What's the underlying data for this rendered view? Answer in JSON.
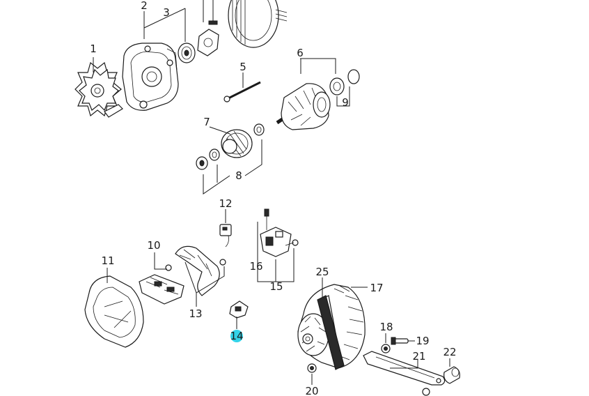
{
  "labels": [
    "1",
    "2",
    "3",
    "5",
    "6",
    "7",
    "8",
    "9",
    "10",
    "11",
    "12",
    "13",
    "14",
    "15",
    "16",
    "17",
    "18",
    "19",
    "20",
    "21",
    "22",
    "25"
  ],
  "highlight": {
    "label": "14",
    "color": "#34d3e8"
  },
  "colors": {
    "line": "#1a1a1a",
    "background": "#ffffff"
  }
}
